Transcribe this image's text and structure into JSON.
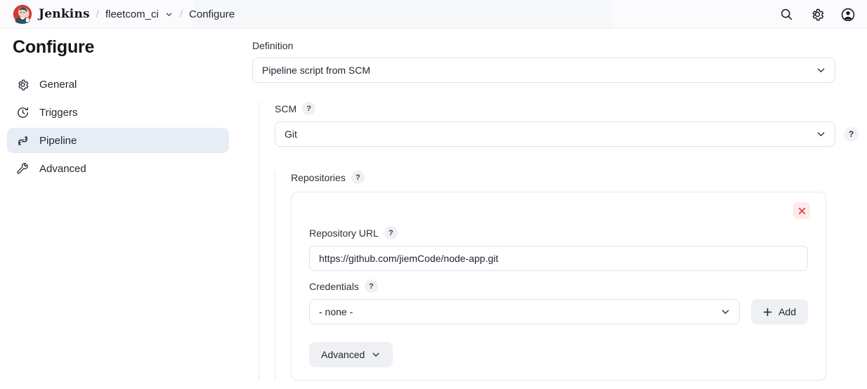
{
  "header": {
    "logo_alt": "jenkins-butler-logo",
    "brand": "Jenkins",
    "separator": "/",
    "breadcrumb_job": "fleetcom_ci",
    "breadcrumb_current": "Configure",
    "actions": [
      {
        "name": "search-icon",
        "label": "Search"
      },
      {
        "name": "gear-icon",
        "label": "Manage Jenkins"
      },
      {
        "name": "user-account-icon",
        "label": "Account"
      }
    ]
  },
  "sidebar": {
    "title": "Configure",
    "items": [
      {
        "label": "General",
        "icon": "gear-icon",
        "active": false
      },
      {
        "label": "Triggers",
        "icon": "clock-icon",
        "active": false
      },
      {
        "label": "Pipeline",
        "icon": "pipeline-icon",
        "active": true
      },
      {
        "label": "Advanced",
        "icon": "wrench-icon",
        "active": false
      }
    ]
  },
  "main": {
    "definition": {
      "label": "Definition",
      "value": "Pipeline script from SCM"
    },
    "scm": {
      "label": "SCM",
      "help": "?",
      "value": "Git",
      "side_help": "?"
    },
    "repositories": {
      "label": "Repositories",
      "help": "?",
      "delete_label": "×",
      "repository_url": {
        "label": "Repository URL",
        "help": "?",
        "value": "https://github.com/jiemCode/node-app.git",
        "placeholder": ""
      },
      "credentials": {
        "label": "Credentials",
        "help": "?",
        "value": "- none -",
        "add_button": "Add",
        "add_icon": "plus-icon"
      },
      "advanced_button": {
        "label": "Advanced",
        "icon": "chevron-down-icon"
      }
    }
  },
  "colors": {
    "accent_selected": "#e7ecf5",
    "border": "#dfe3ec",
    "guide_line": "#e6e9f0",
    "button_gray": "#eef0f4",
    "danger_bg": "#fdeaea",
    "danger_fg": "#e1473d",
    "jenkins_red": "#d33833"
  }
}
